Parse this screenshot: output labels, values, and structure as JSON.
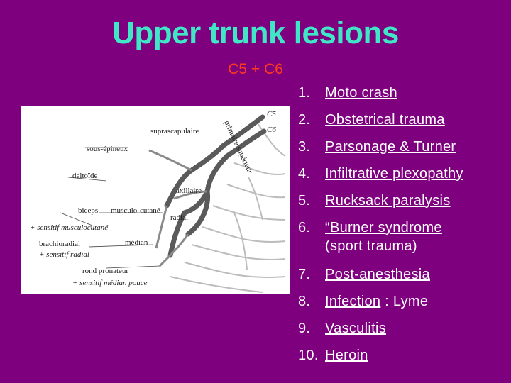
{
  "title": "Upper trunk lesions",
  "subtitle": "C5 + C6",
  "figure": {
    "labels": {
      "c5": "C5",
      "c6": "C6",
      "primaire_superieur": "primaire supérieur",
      "suprascapulaire": "suprascapulaire",
      "sous_epineux": "sous-épineux",
      "deltoide": "deltoïde",
      "axillaire": "axillaire",
      "biceps": "biceps",
      "sensitif_musculocutane": "+ sensitif  musculocutané",
      "musculocutane": "musculo-cutané",
      "radial": "radial",
      "brachioradial": "brachioradial",
      "sensitif_radial": "+ sensitif  radial",
      "median": "médian",
      "rond_pronateur": "rond pronateur",
      "sensitif_median_pouce": "+ sensitif  médian pouce"
    }
  },
  "causes": [
    {
      "num": "1.",
      "text": "Moto crash",
      "suffix": ""
    },
    {
      "num": "2.",
      "text": "Obstetrical trauma",
      "suffix": ""
    },
    {
      "num": "3.",
      "text": "Parsonage & Turner",
      "suffix": ""
    },
    {
      "num": "4.",
      "text": "Infiltrative plexopathy",
      "suffix": ""
    },
    {
      "num": "5.",
      "text": "Rucksack paralysis",
      "suffix": ""
    },
    {
      "num": "6.",
      "text": "“Burner syndrome",
      "suffix": "(sport trauma)"
    },
    {
      "num": "7.",
      "text": "Post-anesthesia",
      "suffix": ""
    },
    {
      "num": "8.",
      "text": "Infection",
      "suffix": " : Lyme"
    },
    {
      "num": "9.",
      "text": "Vasculitis",
      "suffix": ""
    },
    {
      "num": "10.",
      "text": "Heroin",
      "suffix": ""
    }
  ]
}
